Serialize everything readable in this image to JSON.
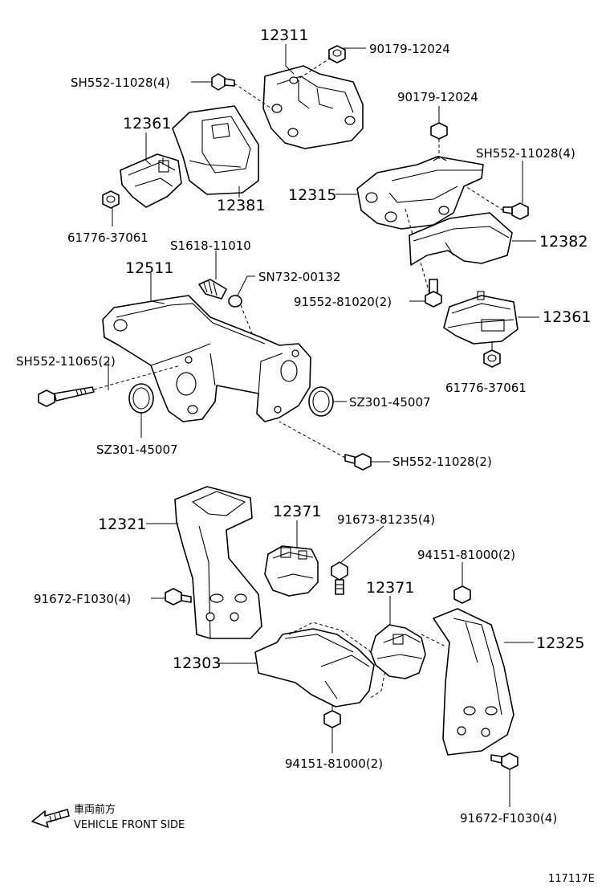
{
  "diagram": {
    "parts": {
      "p12311": "12311",
      "p90179_12024_top": "90179-12024",
      "pSH552_11028_4_top": "SH552-11028(4)",
      "p12361_top": "12361",
      "p12381": "12381",
      "p61776_37061_left": "61776-37061",
      "p90179_12024_right": "90179-12024",
      "pSH552_11028_4_right": "SH552-11028(4)",
      "p12315": "12315",
      "p12382": "12382",
      "pS1618_11010": "S1618-11010",
      "p12511": "12511",
      "pSN732_00132": "SN732-00132",
      "p91552_81020_2": "91552-81020(2)",
      "p12361_right": "12361",
      "pSH552_11065_2": "SH552-11065(2)",
      "p61776_37061_right": "61776-37061",
      "pSZ301_45007_right": "SZ301-45007",
      "pSZ301_45007_left": "SZ301-45007",
      "pSH552_11028_2": "SH552-11028(2)",
      "p12321": "12321",
      "p12371_top": "12371",
      "p91673_81235_4": "91673-81235(4)",
      "p94151_81000_2_right": "94151-81000(2)",
      "p91672_F1030_4_left": "91672-F1030(4)",
      "p12371_mid": "12371",
      "p12325": "12325",
      "p12303": "12303",
      "p94151_81000_2_bottom": "94151-81000(2)",
      "p91672_F1030_4_bottom": "91672-F1030(4)"
    },
    "legend": {
      "japanese": "車両前方",
      "english": "VEHICLE FRONT SIDE"
    },
    "figure_id": "117117E"
  }
}
